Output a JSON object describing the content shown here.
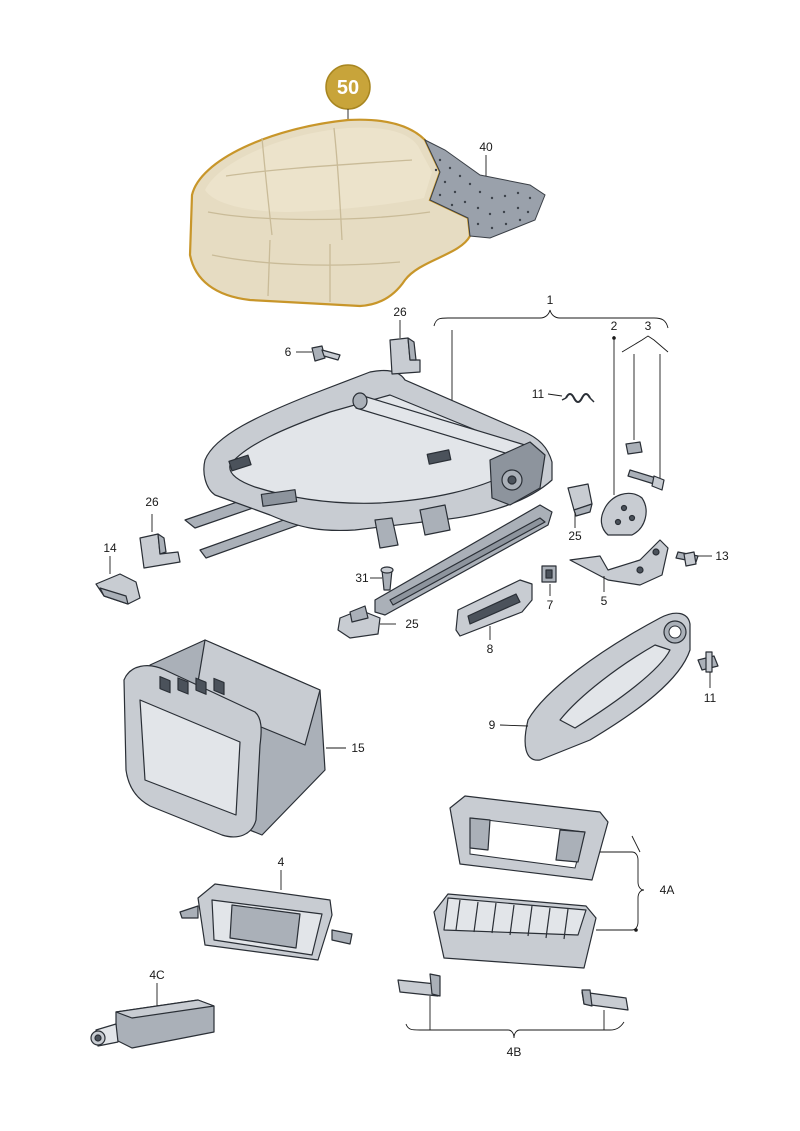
{
  "highlight_badge": {
    "label": "50",
    "color": "#c8a43a"
  },
  "callouts": {
    "c1": "1",
    "c2": "2",
    "c3": "3",
    "c4": "4",
    "c4A": "4A",
    "c4B": "4B",
    "c4C": "4C",
    "c5": "5",
    "c6": "6",
    "c7": "7",
    "c8": "8",
    "c9": "9",
    "c11a": "11",
    "c11b": "11",
    "c13": "13",
    "c14": "14",
    "c15": "15",
    "c25a": "25",
    "c25b": "25",
    "c26a": "26",
    "c26b": "26",
    "c31": "31",
    "c40": "40"
  },
  "colors": {
    "cushion_outline": "#c8962a",
    "cushion_fill": "#e6dcc2",
    "part_grey": "#c8ccd2"
  }
}
